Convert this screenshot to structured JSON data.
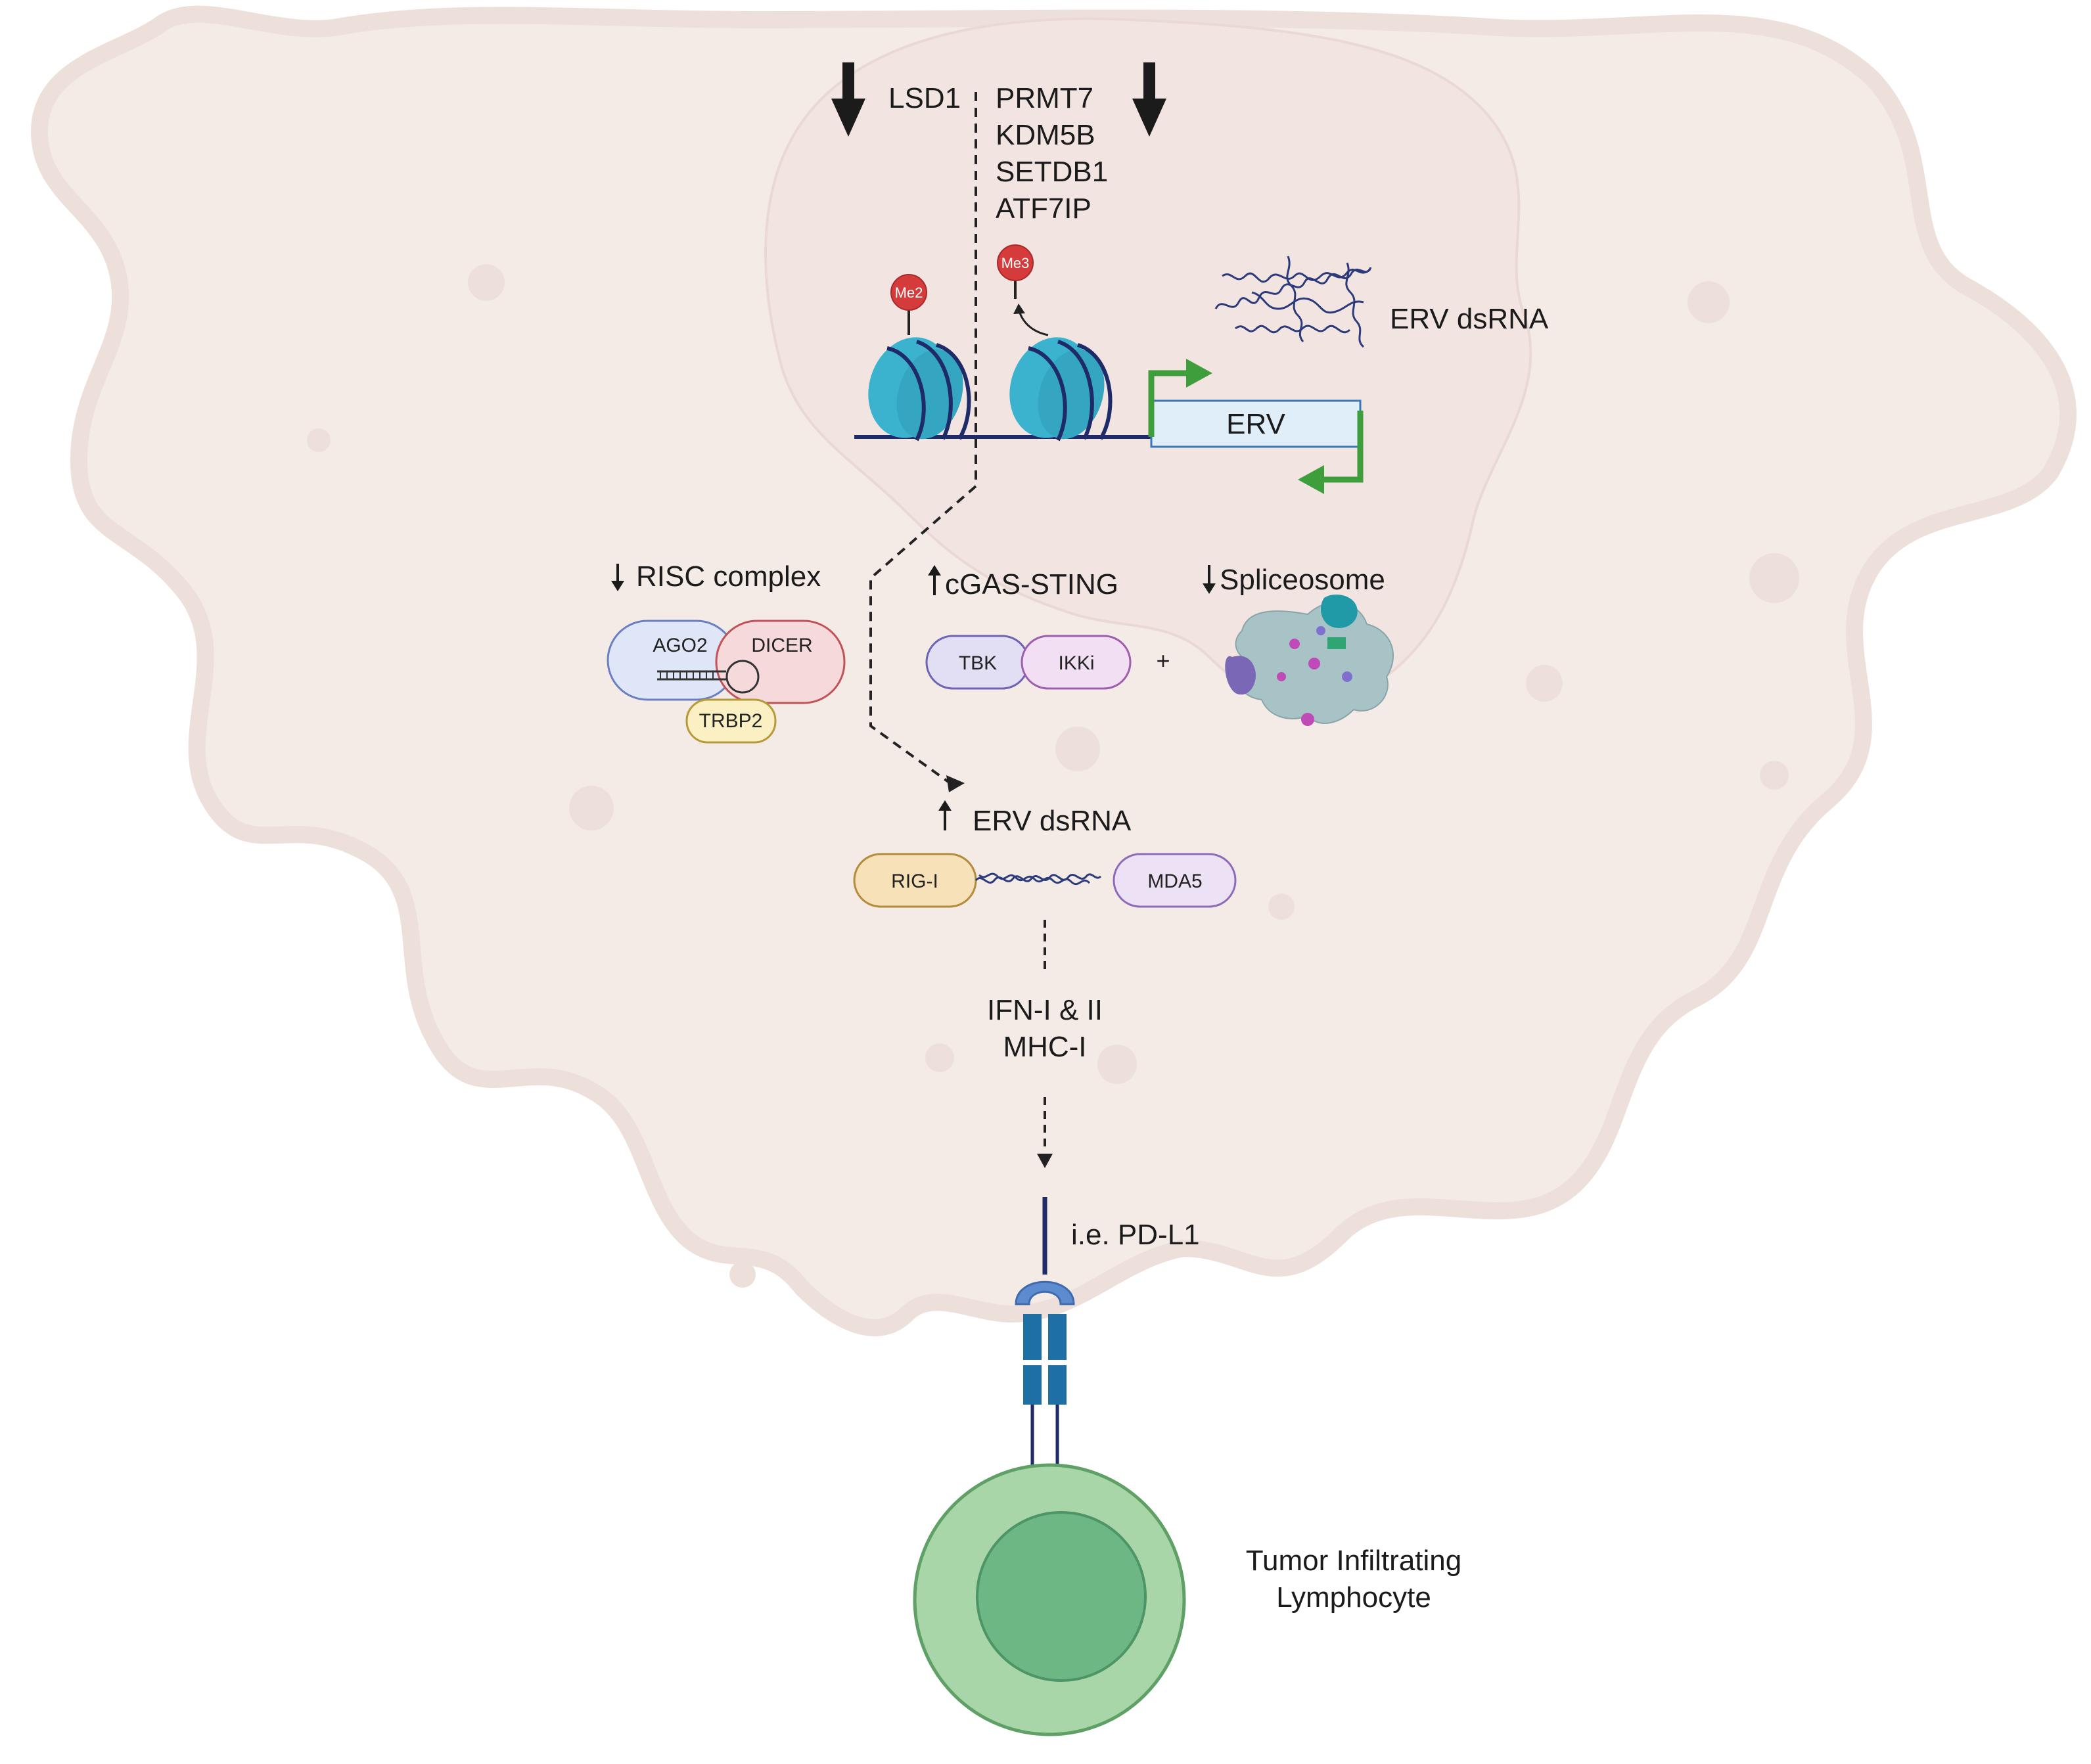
{
  "labels": {
    "lsd1": "LSD1",
    "demethylases": [
      "PRMT7",
      "KDM5B",
      "SETDB1",
      "ATF7IP"
    ],
    "me2": "Me2",
    "me3": "Me3",
    "erv": "ERV",
    "erv_dsrna_top": "ERV dsRNA",
    "risc_complex": "RISC complex",
    "ago2": "AGO2",
    "dicer": "DICER",
    "trbp2": "TRBP2",
    "cgas_sting": "cGAS-STING",
    "tbk": "TBK",
    "ikki": "IKKi",
    "plus": "+",
    "spliceosome": "Spliceosome",
    "erv_dsrna_mid": "ERV dsRNA",
    "rig_i": "RIG-I",
    "mda5": "MDA5",
    "ifn": "IFN-I & II",
    "mhc": "MHC-I",
    "pdl1": "i.e. PD-L1",
    "til": [
      "Tumor Infiltrating",
      "Lymphocyte"
    ]
  },
  "colors": {
    "cell_fill": "#f5ebe6",
    "cell_outline": "#ede0da",
    "nucleus_fill": "#f3e7e4",
    "histone": "#3bb3cf",
    "dna": "#1f2a68",
    "arrow_green": "#3f9e3c",
    "methyl_red": "#d63b3b",
    "lymphocyte_outer": "#a8d6a9",
    "lymphocyte_inner": "#6cb784",
    "receptor_blue": "#1e6fa3"
  },
  "icons": [
    "down-arrow-icon",
    "up-arrow-icon",
    "nucleosome-icon",
    "methyl-tag-icon",
    "dsrna-icon",
    "spliceosome-icon",
    "receptor-icon"
  ]
}
